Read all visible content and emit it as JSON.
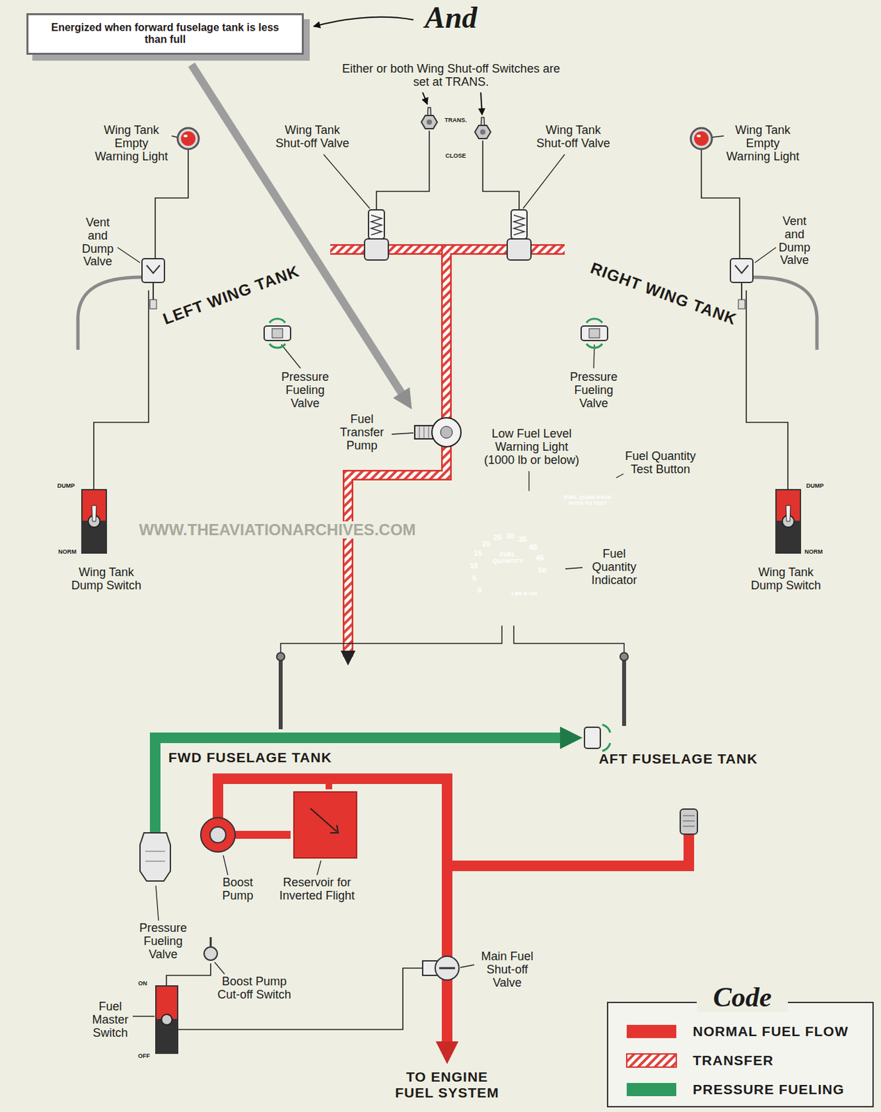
{
  "diagram": {
    "nodes": [
      {
        "text": [
          "Energized when forward fuselage tank is less than full"
        ]
      },
      {
        "text": [
          "LEFT WING TANK"
        ]
      },
      {
        "text": [
          "RIGHT WING TANK"
        ]
      },
      {
        "text": [
          "FUEL QUAN GAGE PUSH TO TEST"
        ]
      },
      {
        "text": [
          "FUEL QUANTITY",
          "LBS X 100"
        ]
      },
      {
        "text": [
          "FWD FUSELAGE TANK"
        ]
      },
      {
        "text": [
          "AFT FUSELAGE TANK"
        ]
      },
      {
        "text": [
          "TO ENGINE FUEL SYSTEM"
        ]
      }
    ],
    "edges": [
      {
        "from": 1,
        "to": 5,
        "arrow": "to"
      },
      {
        "from": 2,
        "to": 5,
        "arrow": "to"
      },
      {
        "from": 5,
        "to": 7,
        "arrow": "to"
      },
      {
        "from": 6,
        "to": 7,
        "arrow": "to"
      },
      {
        "from": 5,
        "to": 6,
        "arrow": "to"
      },
      {
        "from": 4,
        "to": 5,
        "arrow": "none"
      },
      {
        "from": 4,
        "to": 6,
        "arrow": "none"
      }
    ],
    "labels": [
      "And",
      "Either or both Wing Shut-off Switches are set at TRANS.",
      "Wing Tank Empty Warning Light",
      "Wing Tank Shut-off Valve",
      "TRANS.",
      "CLOSE",
      "Wing Tank Shut-off Valve",
      "Wing Tank Empty Warning Light",
      "Vent and Dump Valve",
      "Vent and Dump Valve",
      "Pressure Fueling Valve",
      "Pressure Fueling Valve",
      "Fuel Transfer Pump",
      "Low Fuel Level Warning Light (1000 lb or below)",
      "Fuel Quantity Test Button",
      "DUMP",
      "NORM",
      "DUMP",
      "NORM",
      "Wing Tank Dump Switch",
      "Wing Tank Dump Switch",
      "Fuel Quantity Indicator",
      "WWW.THEAVIATIONARCHIVES.COM",
      "0",
      "5",
      "10",
      "15",
      "20",
      "25",
      "30",
      "35",
      "40",
      "45",
      "50",
      "Pressure Fueling Valve",
      "Boost Pump",
      "Reservoir for Inverted Flight",
      "Boost Pump Cut-off Switch",
      "ON",
      "Fuel Master Switch",
      "OFF",
      "Main Fuel Shut-off Valve",
      "Code"
    ],
    "legend": [
      {
        "text": "NORMAL FUEL FLOW",
        "color": "#e3342f"
      },
      {
        "text": "TRANSFER"
      },
      {
        "text": "PRESSURE FUELING",
        "color": "#2f9a5f"
      }
    ]
  }
}
